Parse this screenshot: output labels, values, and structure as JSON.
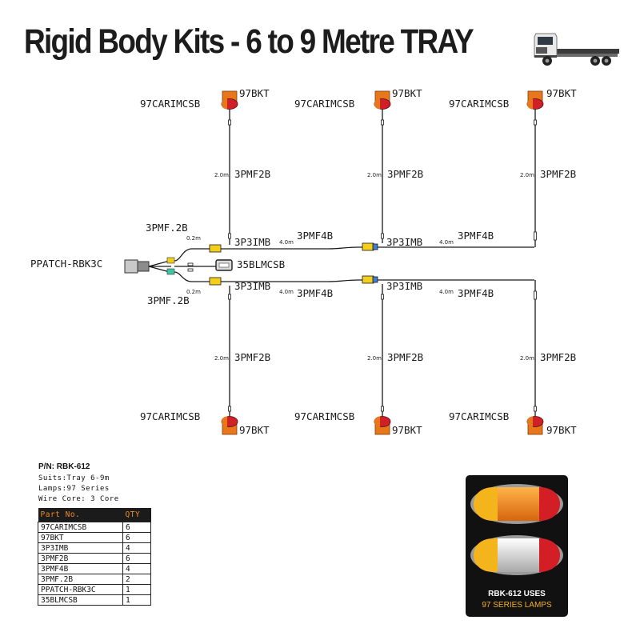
{
  "title": "Rigid Body Kits - 6 to 9 Metre TRAY",
  "truck_icon": "flatbed-truck-icon",
  "labels": {
    "lamp_part": "97CARIMCSB",
    "bracket": "97BKT",
    "lead_2m": "3PMF2B",
    "lead_4m": "3PMF4B",
    "tee": "3P3IMB",
    "patch": "PPATCH-RBK3C",
    "lead_02m": "3PMF.2B",
    "plate_lamp": "35BLMCSB",
    "len_2m": "2.0m",
    "len_4m": "4.0m",
    "len_02m": "0.2m"
  },
  "spec": {
    "pn": "P/N: RBK-612",
    "lines": [
      "Suits:Tray 6-9m",
      "Lamps:97 Series",
      "Wire Core: 3 Core"
    ]
  },
  "parts_table": {
    "headers": [
      "Part No.",
      "QTY"
    ],
    "rows": [
      {
        "part": "97CARIMCSB",
        "qty": "6"
      },
      {
        "part": "97BKT",
        "qty": "6"
      },
      {
        "part": "3P3IMB",
        "qty": "4"
      },
      {
        "part": "3PMF2B",
        "qty": "6"
      },
      {
        "part": "3PMF4B",
        "qty": "4"
      },
      {
        "part": "3PMF.2B",
        "qty": "2"
      },
      {
        "part": "PPATCH-RBK3C",
        "qty": "1"
      },
      {
        "part": "35BLMCSB",
        "qty": "1"
      }
    ]
  },
  "lamp_card": {
    "caption_1": "RBK-612 USES",
    "caption_2": "97 SERIES LAMPS"
  },
  "colors": {
    "amber": "#e8771c",
    "red": "#cf1f27",
    "yellow_connector": "#f3cf1c",
    "wire": "#1a1a1a",
    "caption_highlight": "#f5b120"
  }
}
